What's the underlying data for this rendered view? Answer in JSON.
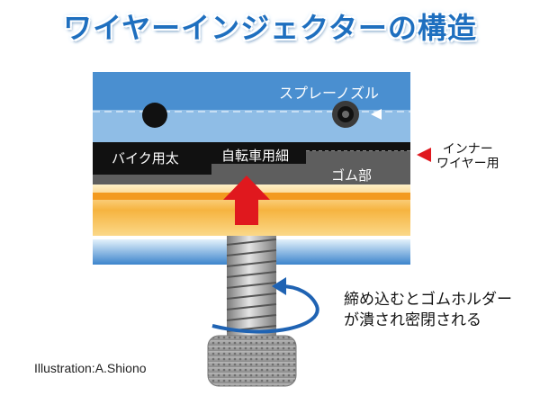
{
  "title": "ワイヤーインジェクターの構造",
  "labels": {
    "spray_nozzle": "スプレーノズル",
    "bike_thick": "バイク用太",
    "bicycle_thin": "自転車用細",
    "rubber_part": "ゴム部",
    "inner_wire_line1": "インナー",
    "inner_wire_line2": "ワイヤー用",
    "tighten_line1": "締め込むとゴムホルダー",
    "tighten_line2": "が潰され密閉される"
  },
  "credit": "Illustration:A.Shiono",
  "colors": {
    "title": "#1e6fbf",
    "body_blue": "#4a8fd0",
    "inner_light_blue": "#8fbde6",
    "rubber_dark": "#5e5e5e",
    "channel_black": "#111111",
    "holder_orange": "#f3a32c",
    "arrow_red": "#e0181e",
    "rotation_arrow_blue": "#1f63b3",
    "screw_gray": "#9a9a9a"
  }
}
